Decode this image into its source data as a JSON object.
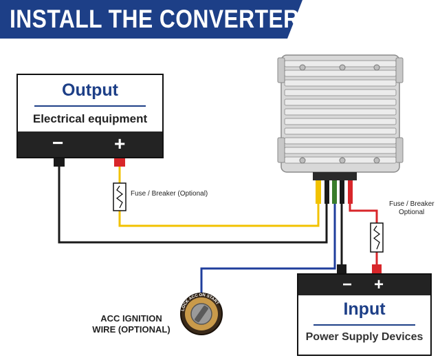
{
  "banner": {
    "title": "INSTALL THE CONVERTER",
    "color": "#1d3f87"
  },
  "output": {
    "title": "Output",
    "subtitle": "Electrical equipment",
    "minus": "−",
    "plus": "+"
  },
  "input": {
    "title": "Input",
    "subtitle": "Power Supply Devices",
    "minus": "−",
    "plus": "+"
  },
  "fuse_output": {
    "label": "Fuse / Breaker (Optional)"
  },
  "fuse_input": {
    "label_line1": "Fuse / Breaker",
    "label_line2": "Optional"
  },
  "ignition": {
    "label_line1": "ACC IGNITION",
    "label_line2": "WIRE (OPTIONAL)",
    "switch_text": "LOCK ACC ON START"
  },
  "wire_colors": {
    "yellow": "#f2c200",
    "black": "#1a1a1a",
    "red": "#d8262a",
    "blue": "#1f3e9c",
    "green": "#3a7d2c"
  }
}
